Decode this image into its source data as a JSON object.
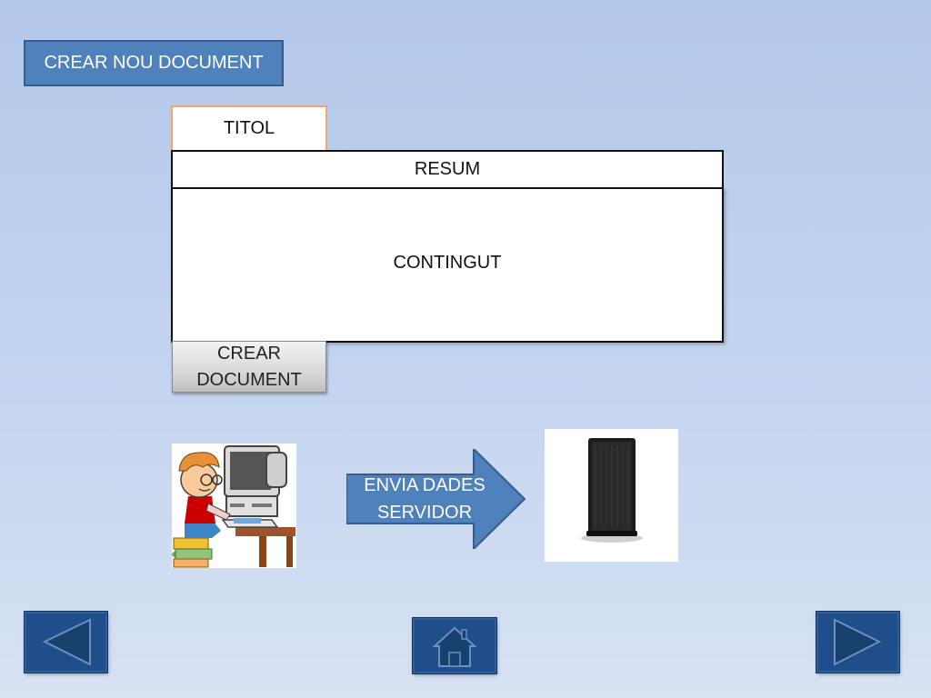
{
  "header": {
    "title": "CREAR NOU DOCUMENT"
  },
  "form": {
    "titol_label": "TITOL",
    "resum_label": "RESUM",
    "contingut_label": "CONTINGUT",
    "create_button_label": "CREAR DOCUMENT"
  },
  "flow": {
    "user_image": "user-at-computer-illustration",
    "arrow_label": "ENVIA DADES SERVIDOR",
    "server_image": "server-tower-image"
  },
  "navigation": {
    "prev_icon": "triangle-left-icon",
    "home_icon": "home-icon",
    "next_icon": "triangle-right-icon"
  },
  "colors": {
    "background": "#b4c8ea",
    "title_fill": "#4f81bd",
    "nav_fill": "#1f4e8a",
    "titol_border": "#f2a66b"
  }
}
